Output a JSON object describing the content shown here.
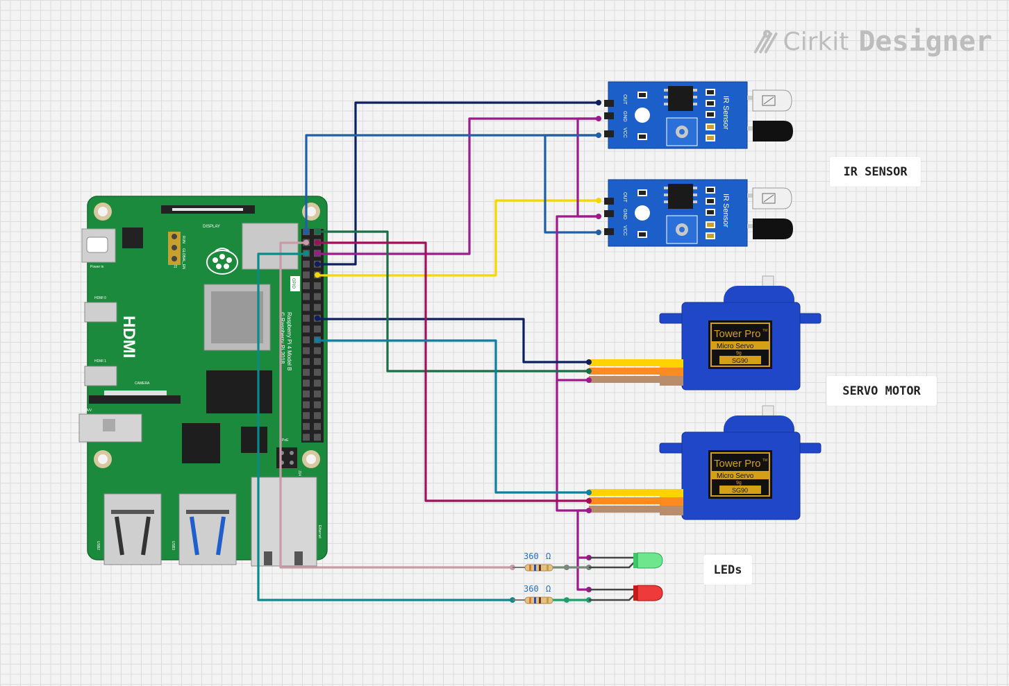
{
  "brand": {
    "name_part1": "Cirkit",
    "name_part2": "Designer"
  },
  "labels": {
    "ir_sensor": "IR SENSOR",
    "servo_motor": "SERVO MOTOR",
    "leds": "LEDs"
  },
  "raspberry_pi": {
    "model_text": "Raspberry Pi 4 Model B",
    "copyright_text": "© Raspberry Pi 2018",
    "hdmi_text": "HDMI",
    "gpio_text": "GPIO",
    "display_text": "DISPLAY",
    "camera_text": "CAMERA",
    "power_text": "Power in",
    "ethernet_text": "Ethernet",
    "poe_text": "PoE",
    "usb2_text": "USB2",
    "usb3_text": "USB3",
    "hdmi0_text": "HDMI 0",
    "hdmi1_text": "HDMI 1",
    "av_text": "A/V",
    "run_text": "RUN",
    "global_en_text": "GLOBAL_EN",
    "j2_text": "J2",
    "j14_text": "J14"
  },
  "ir_sensor": {
    "title": "IR Sensor",
    "pins": [
      "OUT",
      "GND",
      "VCC"
    ]
  },
  "servo": {
    "brand": "Tower Pro",
    "tm": "TM",
    "model": "Micro Servo",
    "weight": "9g",
    "part": "SG90"
  },
  "resistors": [
    {
      "value": "360",
      "unit": "Ω"
    },
    {
      "value": "360",
      "unit": "Ω"
    }
  ],
  "colors": {
    "board": "#1c8a3c",
    "sensor": "#1c5fc9",
    "servo": "#1f47c8",
    "wire_navy": "#0d1f5c",
    "wire_purple": "#9c1a8c",
    "wire_blue": "#1f5fa8",
    "wire_yellow": "#f5d800",
    "wire_green": "#1a6e46",
    "wire_maroon": "#a0105a",
    "wire_teal": "#0f7fa0",
    "wire_pink": "#c99aa8",
    "wire_cyan": "#0a8a8a"
  }
}
